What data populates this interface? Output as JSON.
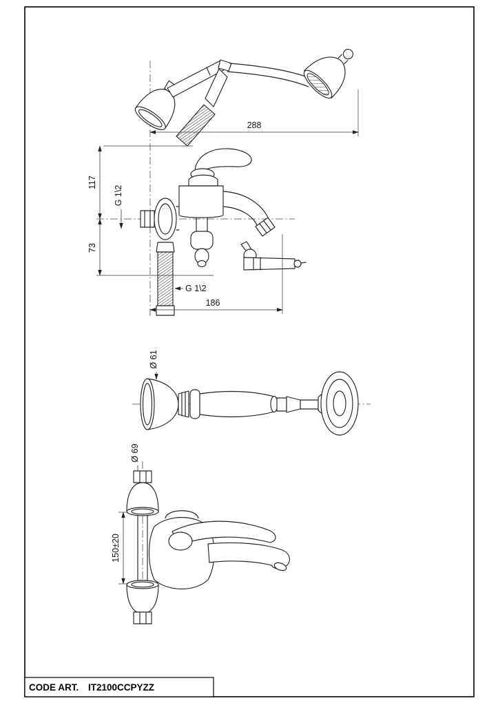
{
  "drawing": {
    "dims": {
      "shower_width": "288",
      "height_upper": "117",
      "height_lower": "73",
      "thread_wall": "G 1\\2",
      "thread_hose": "G 1\\2",
      "depth": "186",
      "handshower_diameter": "Ø 61",
      "rosette_diameter": "Ø 69",
      "center_distance": "150±20"
    }
  },
  "title_block": {
    "label": "CODE ART.",
    "value": "IT2100CCPYZZ"
  }
}
